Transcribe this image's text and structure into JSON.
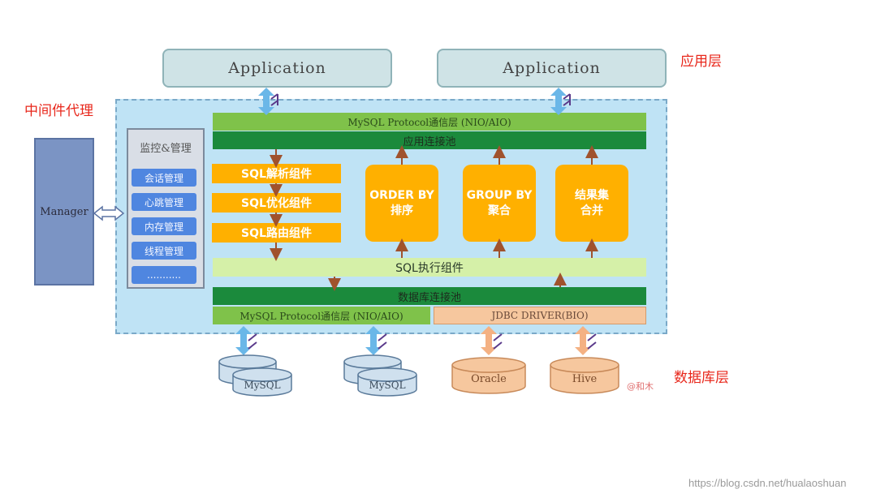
{
  "labels": {
    "app_layer": "应用层",
    "middleware_proxy": "中间件代理",
    "db_layer": "数据库层"
  },
  "apps": [
    "Application",
    "Application"
  ],
  "manager": "Manager",
  "monitor": {
    "title": "监控&管理",
    "items": [
      "会话管理",
      "心跳管理",
      "内存管理",
      "线程管理",
      "..........."
    ]
  },
  "protocol_top": "MySQL Protocol通信层 (NIO/AIO)",
  "app_pool": "应用连接池",
  "sql_steps": [
    "SQL解析组件",
    "SQL优化组件",
    "SQL路由组件"
  ],
  "ops": [
    {
      "line1": "ORDER BY",
      "line2": "排序"
    },
    {
      "line1": "GROUP BY",
      "line2": "聚合"
    },
    {
      "line1": "结果集",
      "line2": "合并"
    }
  ],
  "sql_exec": "SQL执行组件",
  "db_pool": "数据库连接池",
  "protocol_bottom": "MySQL Protocol通信层 (NIO/AIO)",
  "jdbc": "JDBC DRIVER(BIO)",
  "databases": [
    "MySQL",
    "MySQL",
    "Oracle",
    "Hive"
  ],
  "signature": "@和木",
  "watermark": "https://blog.csdn.net/hualaoshuan",
  "colors": {
    "middleware_bg": "#bfe3f5",
    "orange": "#ffb000",
    "dark_green": "#1b8a3c",
    "light_green": "#7fc24a",
    "monitor_item": "#4f86e0",
    "red_label": "#e8271b"
  }
}
